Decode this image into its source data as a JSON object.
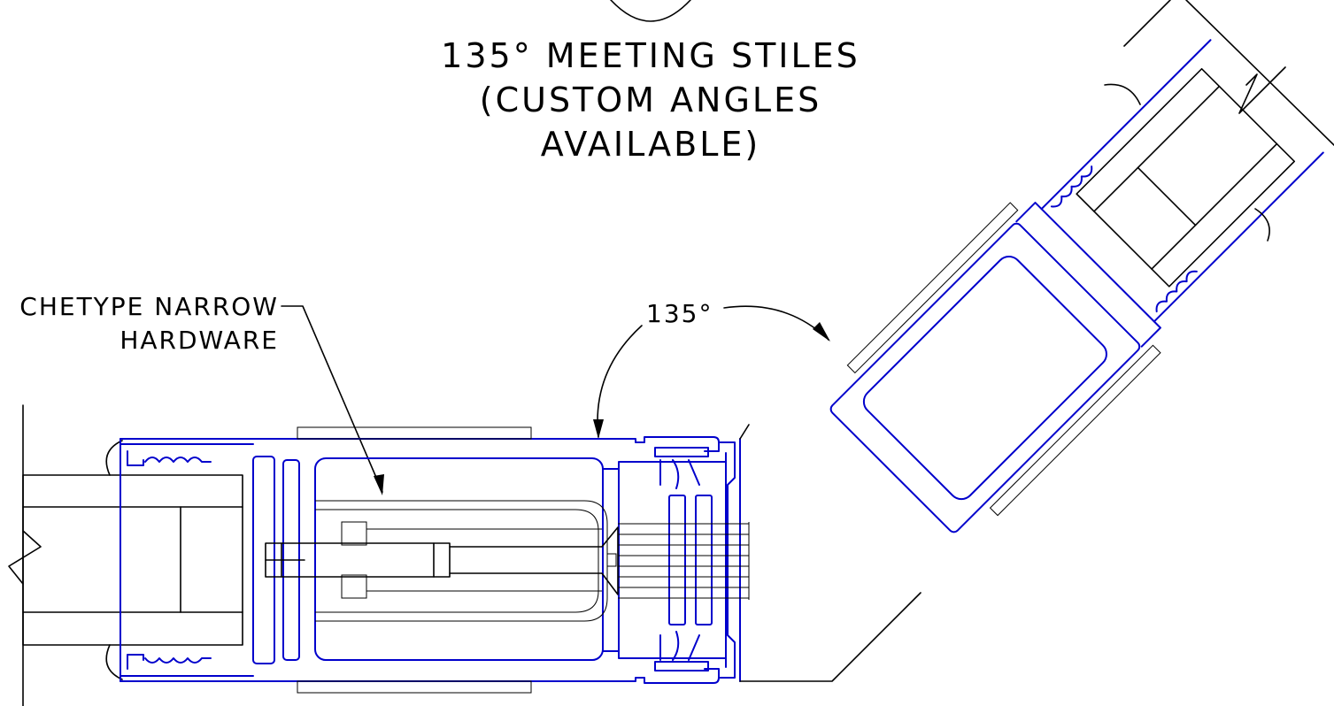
{
  "title_lines": [
    "135° MEETING STILES",
    "(CUSTOM ANGLES",
    "AVAILABLE)"
  ],
  "hardware_label_lines": [
    "CHETYPE NARROW",
    "HARDWARE"
  ],
  "angle_label": "135°",
  "colors": {
    "profile": "#0000cc",
    "lines": "#000000",
    "background": "#ffffff"
  }
}
